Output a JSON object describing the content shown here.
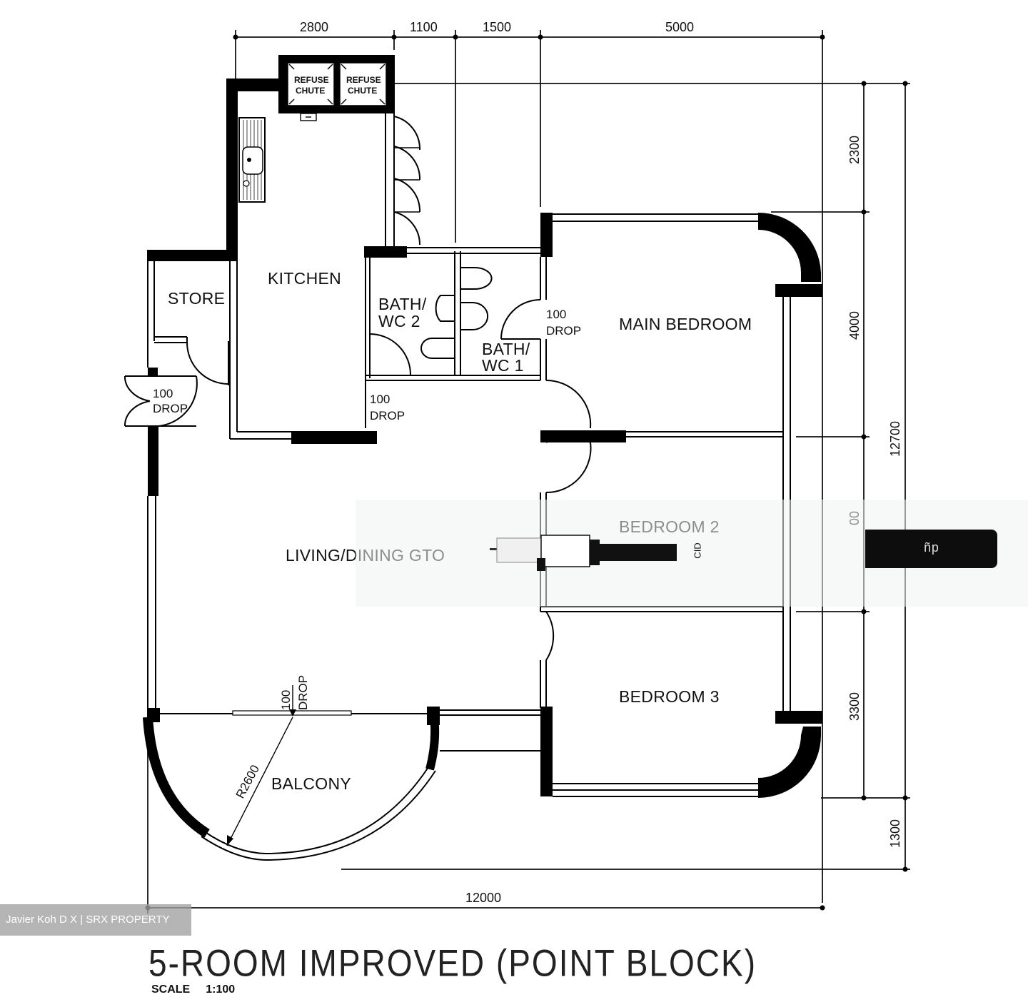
{
  "plan": {
    "title": "5-ROOM IMPROVED (POINT BLOCK)",
    "scale_label": "SCALE",
    "scale_value": "1:100",
    "watermark": "Javier Koh D X | SRX PROPERTY"
  },
  "rooms": {
    "kitchen": "KITCHEN",
    "store": "STORE",
    "bath2_line1": "BATH/",
    "bath2_line2": "WC  2",
    "bath1_line1": "BATH/",
    "bath1_line2": "WC  1",
    "main_bedroom": "MAIN  BEDROOM",
    "bedroom2": "BEDROOM  2",
    "bedroom3": "BEDROOM  3",
    "living_dining": "LIVING/DINING GTO",
    "balcony": "BALCONY",
    "refuse_chute_1_line1": "REFUSE",
    "refuse_chute_1_line2": "CHUTE",
    "refuse_chute_2_line1": "REFUSE",
    "refuse_chute_2_line2": "CHUTE"
  },
  "annotations": {
    "drop_value": "100",
    "drop_label": "DROP",
    "balcony_radius": "R2600"
  },
  "dimensions": {
    "top": [
      "2800",
      "1100",
      "1500",
      "5000"
    ],
    "right_inner": [
      "2300",
      "4000",
      "3300"
    ],
    "right_gap": "00",
    "right_outer_total": "12700",
    "right_outer_bottom": "1300",
    "bottom_total": "12000"
  },
  "overlay": {
    "tab_text": "ñр",
    "pen_end_text": "CID"
  }
}
